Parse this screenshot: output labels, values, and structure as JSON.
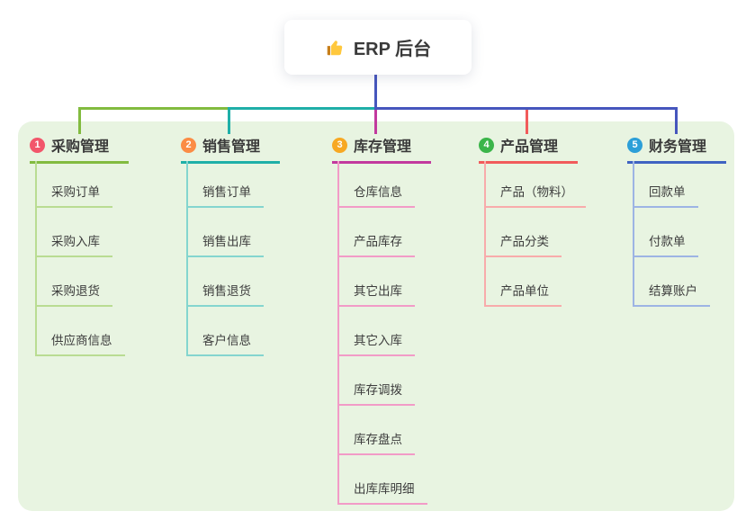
{
  "root": {
    "label": "ERP 后台",
    "icon": "thumbs-up-icon"
  },
  "colors": {
    "panel_background": "#E8F4E1",
    "root_connector_blue": "#4656BD",
    "branch_1": {
      "badge": "#F2566B",
      "line": "#82BB3F",
      "child_line": "#B9DC92"
    },
    "branch_2": {
      "badge": "#FB8C45",
      "line": "#1FAFA8",
      "child_line": "#84D5CF"
    },
    "branch_3": {
      "badge": "#F7A823",
      "line": "#C2399E",
      "child_line": "#F29BC7"
    },
    "branch_4": {
      "badge": "#3BB54A",
      "line": "#F15B5B",
      "child_line": "#F8ABAB"
    },
    "branch_5": {
      "badge": "#2C9FD8",
      "line": "#3F63C2",
      "child_line": "#9DB4E4"
    }
  },
  "branches": [
    {
      "badge": "1",
      "label": "采购管理",
      "children": [
        "采购订单",
        "采购入库",
        "采购退货",
        "供应商信息"
      ]
    },
    {
      "badge": "2",
      "label": "销售管理",
      "children": [
        "销售订单",
        "销售出库",
        "销售退货",
        "客户信息"
      ]
    },
    {
      "badge": "3",
      "label": "库存管理",
      "children": [
        "仓库信息",
        "产品库存",
        "其它出库",
        "其它入库",
        "库存调拨",
        "库存盘点",
        "出库库明细"
      ]
    },
    {
      "badge": "4",
      "label": "产品管理",
      "children": [
        "产品（物料）",
        "产品分类",
        "产品单位"
      ]
    },
    {
      "badge": "5",
      "label": "财务管理",
      "children": [
        "回款单",
        "付款单",
        "结算账户"
      ]
    }
  ]
}
